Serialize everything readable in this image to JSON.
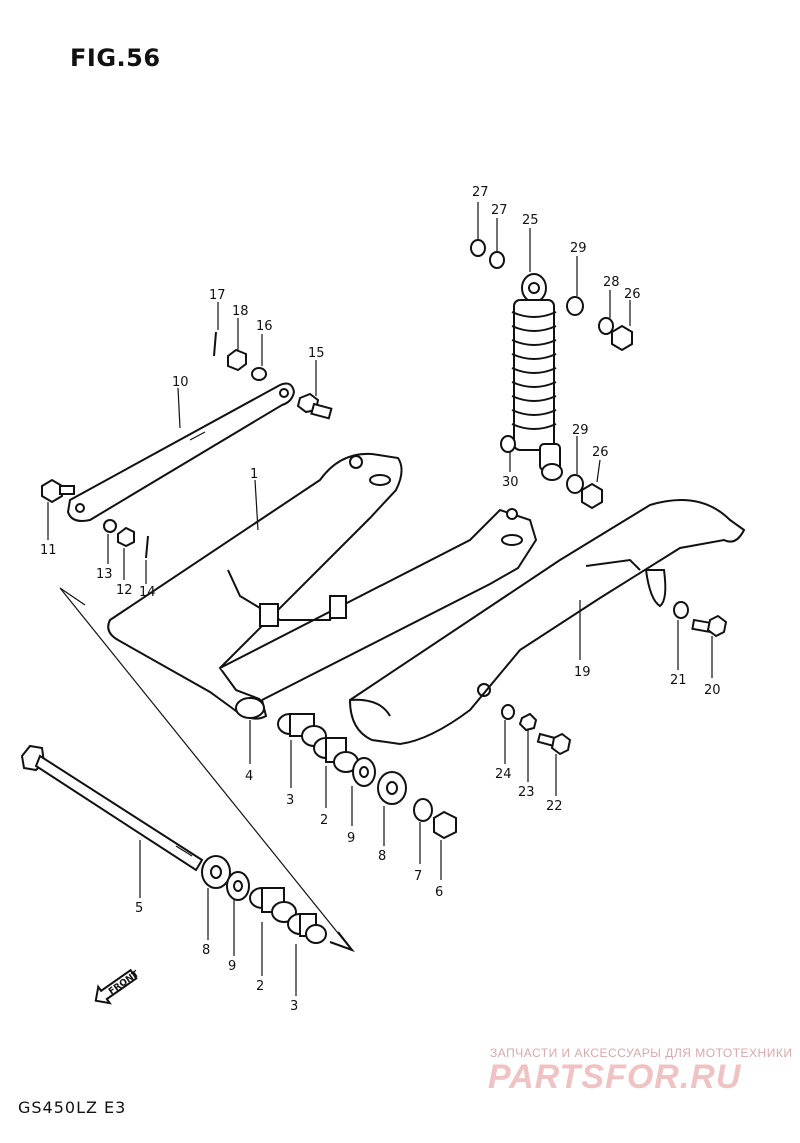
{
  "figure": {
    "title": "FIG.56",
    "model_code": "GS450LZ E3",
    "arrow_text": "FRONT"
  },
  "watermark": {
    "tagline": "ЗАПЧАСТИ И АКСЕССУАРЫ ДЛЯ МОТОТЕХНИКИ",
    "logo": "PARTSFOR.RU"
  },
  "callouts": [
    "27",
    "27",
    "25",
    "29",
    "28",
    "26",
    "17",
    "18",
    "16",
    "15",
    "10",
    "1",
    "11",
    "13",
    "12",
    "14",
    "30",
    "29",
    "26",
    "19",
    "21",
    "20",
    "4",
    "3",
    "2",
    "9",
    "8",
    "7",
    "6",
    "24",
    "23",
    "22",
    "5",
    "8",
    "9",
    "2",
    "3"
  ],
  "colors": {
    "ink": "#111111",
    "watermark": "#efc3c3",
    "background": "#ffffff"
  }
}
